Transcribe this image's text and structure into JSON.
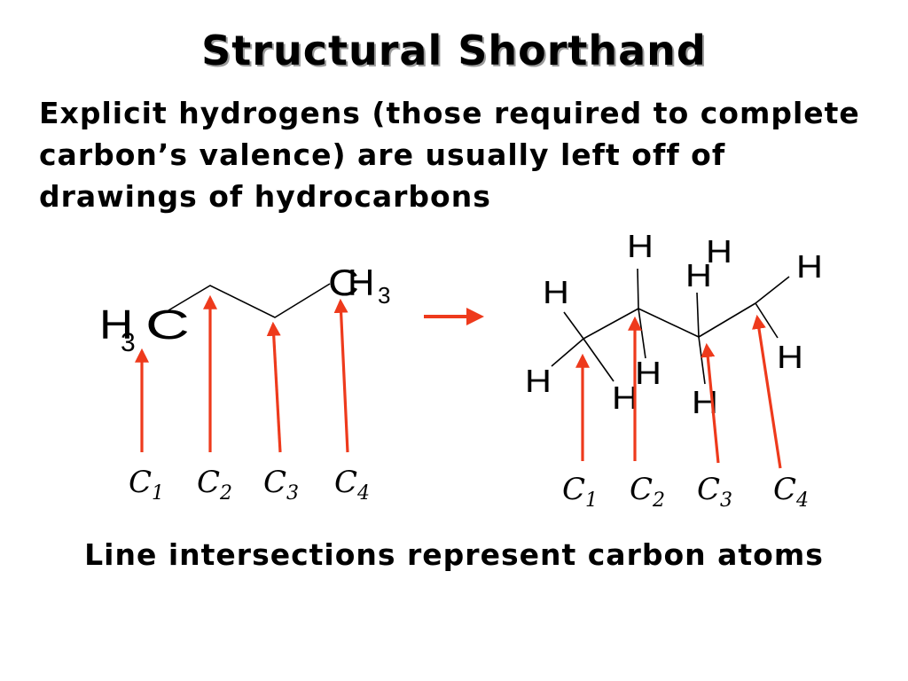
{
  "title": "Structural Shorthand",
  "body_lines": [
    "Explicit hydrogens (those required to complete",
    "carbon’s valence) are usually left off of",
    "drawings of hydrocarbons"
  ],
  "caption": "Line intersections represent carbon atoms",
  "left_molecule": {
    "left_group": {
      "h": "H",
      "sub": "3",
      "c": "C"
    },
    "right_group": {
      "c": "C",
      "h": "H",
      "sub": "3"
    },
    "carbon_labels": [
      {
        "c": "C",
        "n": "1"
      },
      {
        "c": "C",
        "n": "2"
      },
      {
        "c": "C",
        "n": "3"
      },
      {
        "c": "C",
        "n": "4"
      }
    ]
  },
  "right_molecule": {
    "hydrogen": "H",
    "carbon_labels": [
      {
        "c": "C",
        "n": "1"
      },
      {
        "c": "C",
        "n": "2"
      },
      {
        "c": "C",
        "n": "3"
      },
      {
        "c": "C",
        "n": "4"
      }
    ]
  },
  "colors": {
    "arrow": "#ee3a1c",
    "text": "#000000",
    "title_shadow": "#9a9a9a"
  }
}
